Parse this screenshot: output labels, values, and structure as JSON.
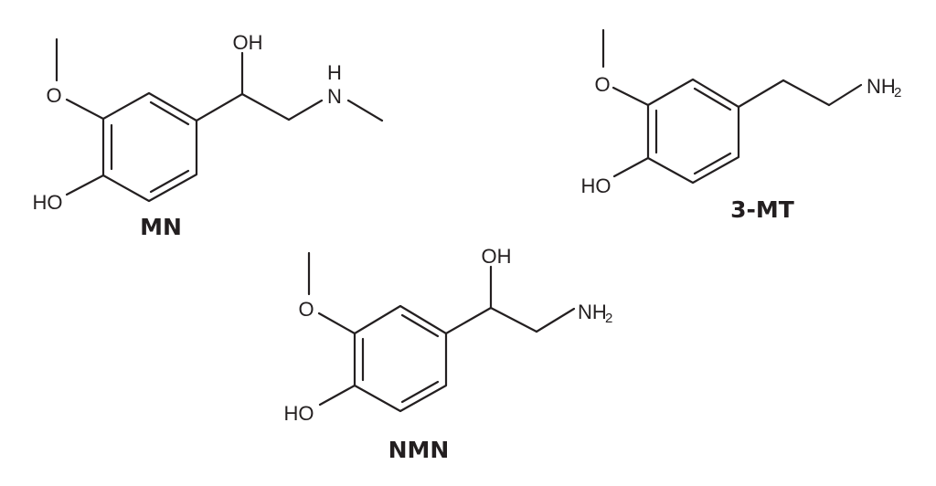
{
  "diagram": {
    "background": "#ffffff",
    "ink_color": "#231f20",
    "molecules": [
      {
        "id": "MN",
        "name": "MN",
        "labels": {
          "methoxy_o": "O",
          "hydroxyl": "HO",
          "side_oh": "OH",
          "amine_n": "N",
          "amine_h": "H"
        }
      },
      {
        "id": "3-MT",
        "name": "3-MT",
        "labels": {
          "methoxy_o": "O",
          "hydroxyl": "HO",
          "amine": "NH",
          "amine_sub": "2"
        }
      },
      {
        "id": "NMN",
        "name": "NMN",
        "labels": {
          "methoxy_o": "O",
          "hydroxyl": "HO",
          "side_oh": "OH",
          "amine": "NH",
          "amine_sub": "2"
        }
      }
    ]
  }
}
